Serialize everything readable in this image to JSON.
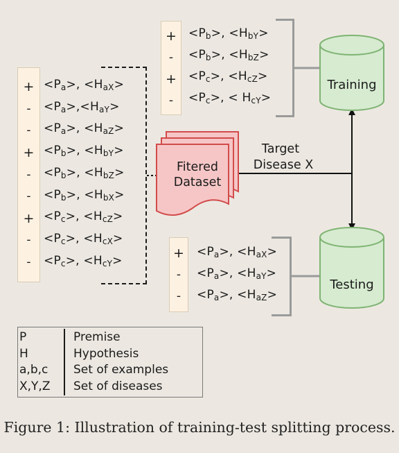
{
  "left_group": {
    "signs": [
      "+",
      "-",
      "-",
      "+",
      "-",
      "-",
      "+",
      "-",
      "-"
    ],
    "pairs": [
      {
        "p": "a",
        "h": "aX",
        "sep": ", "
      },
      {
        "p": "a",
        "h": "aY",
        "sep": ","
      },
      {
        "p": "a",
        "h": "aZ",
        "sep": ", "
      },
      {
        "p": "b",
        "h": "bY",
        "sep": ", "
      },
      {
        "p": "b",
        "h": "bZ",
        "sep": ", "
      },
      {
        "p": "b",
        "h": "bX",
        "sep": ", "
      },
      {
        "p": "c",
        "h": "cZ",
        "sep": ", "
      },
      {
        "p": "c",
        "h": "cX",
        "sep": ", "
      },
      {
        "p": "c",
        "h": "cY",
        "sep": ", "
      }
    ]
  },
  "training_group": {
    "signs": [
      "+",
      "-",
      "+",
      "-"
    ],
    "pairs": [
      {
        "p": "b",
        "h": "bY",
        "sep": ",  "
      },
      {
        "p": "b",
        "h": "bZ",
        "sep": ", "
      },
      {
        "p": "c",
        "h": "cZ",
        "sep": ", "
      },
      {
        "p": "c",
        "h": "cY",
        "sep": ", < "
      }
    ]
  },
  "testing_group": {
    "signs": [
      "+",
      "-",
      "-"
    ],
    "pairs": [
      {
        "p": "a",
        "h": "aX",
        "sep": ", "
      },
      {
        "p": "a",
        "h": "aY",
        "sep": ", "
      },
      {
        "p": "a",
        "h": "aZ",
        "sep": ", "
      }
    ]
  },
  "dataset": {
    "line1": "Fitered",
    "line2": "Dataset"
  },
  "edge_label": {
    "line1": "Target",
    "line2": "Disease X"
  },
  "training_label": "Training",
  "testing_label": "Testing",
  "legend": [
    {
      "key": "P",
      "value": "Premise"
    },
    {
      "key": "H",
      "value": "Hypothesis"
    },
    {
      "key": "a,b,c",
      "value": "Set of examples"
    },
    {
      "key": "X,Y,Z",
      "value": "Set of diseases"
    }
  ],
  "caption": "Figure 1: Illustration of training-test splitting process.",
  "colors": {
    "background": "#ece8e1",
    "sign_box": "#fdf1e2",
    "cylinder_fill": "#d6ebd0",
    "cylinder_stroke": "#7fb373",
    "dataset_fill": "#f6c6c6",
    "dataset_stroke": "#d24b4b",
    "bracket": "#9a9a9a"
  }
}
